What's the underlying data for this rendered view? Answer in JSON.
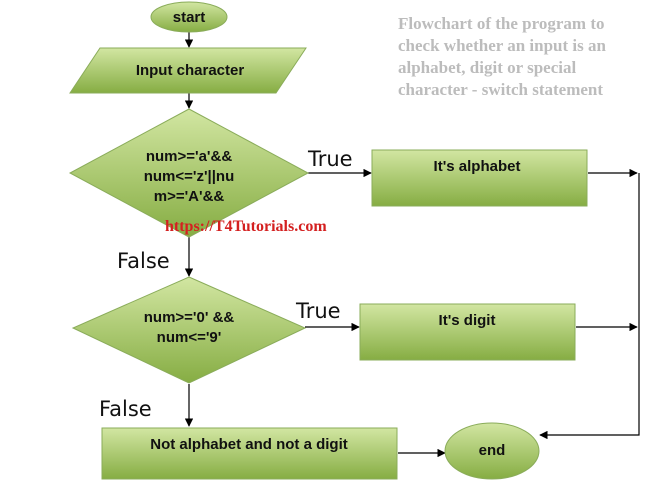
{
  "title": {
    "lines": [
      "Flowchart of the program to",
      "check whether an input is an",
      "alphabet, digit or special",
      "character - switch statement"
    ]
  },
  "watermark": "https://T4Tutorials.com",
  "nodes": {
    "start": "start",
    "input": "Input character",
    "decision_alpha": [
      "num>='a'&&",
      "num<='z'||nu",
      "m>='A'&&"
    ],
    "alphabet": "It's alphabet",
    "decision_digit": [
      "num>='0' &&",
      "num<='9'"
    ],
    "digit": "It's digit",
    "other": "Not alphabet and not a digit",
    "end": "end"
  },
  "edges": {
    "true_1": "True",
    "false_1": "False",
    "true_2": "True",
    "false_2": "False"
  },
  "colors": {
    "fill_light": "#d2e6a2",
    "fill_dark": "#86ad43",
    "border": "#8aac5a",
    "edge": "#000000",
    "title": "#bcbcbc",
    "watermark": "#d42020"
  }
}
